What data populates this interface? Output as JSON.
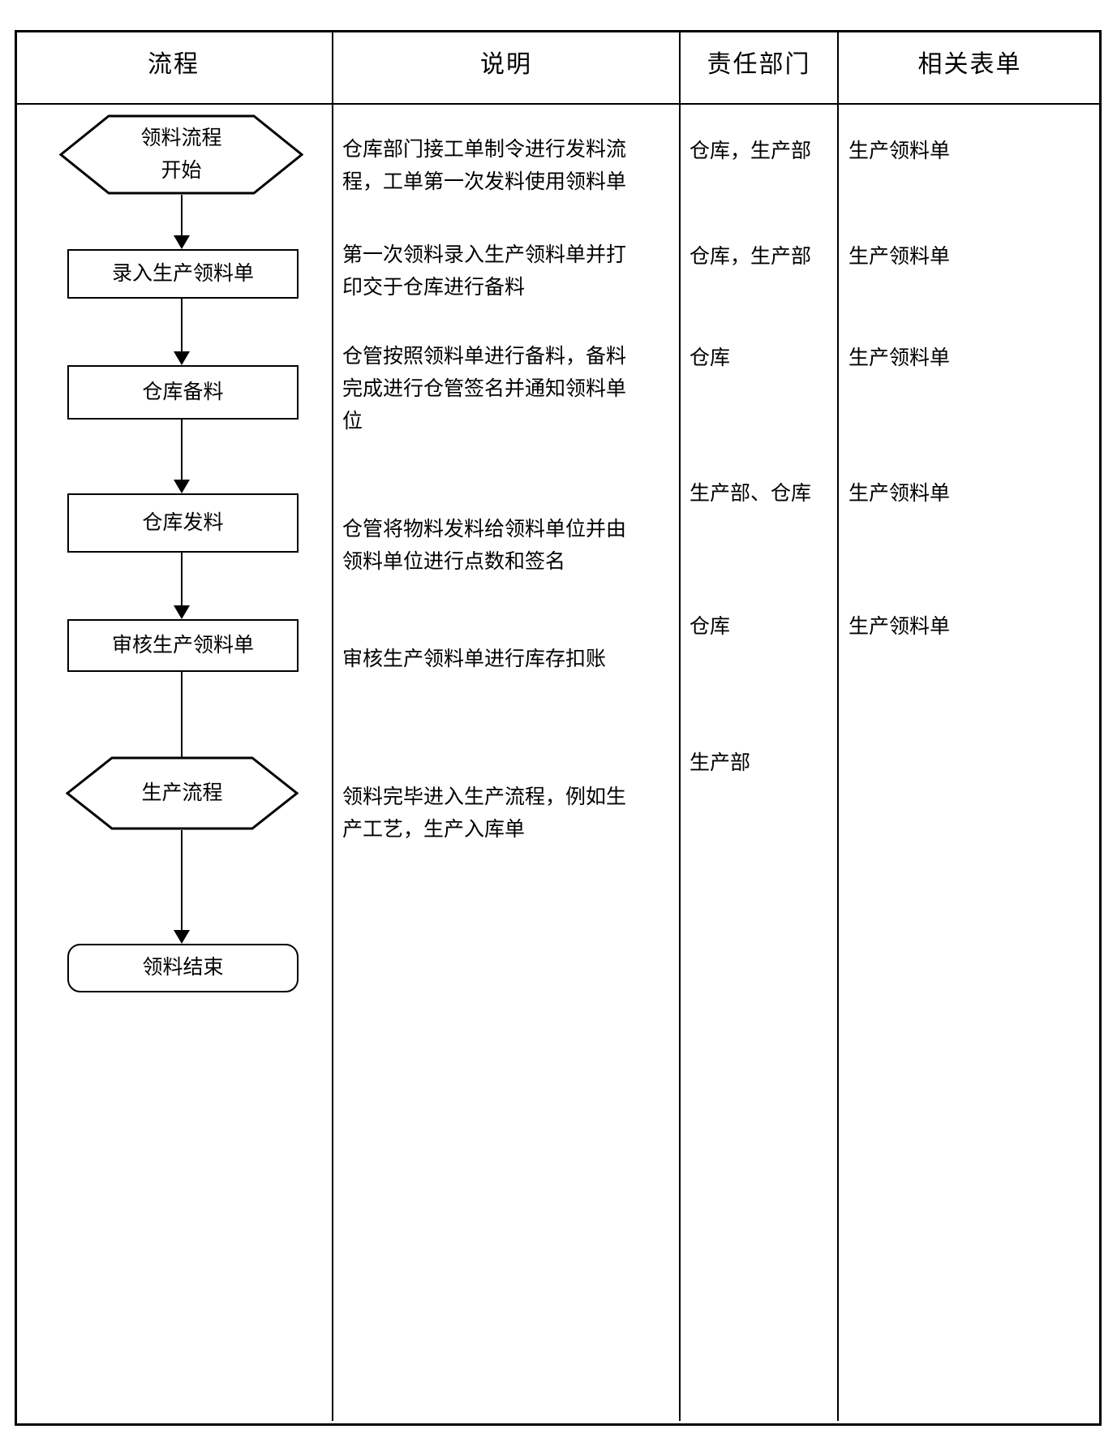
{
  "columns": {
    "process": "流程",
    "description": "说明",
    "department": "责任部门",
    "forms": "相关表单"
  },
  "flow": {
    "start": "领料流程\n开始",
    "enter_order": "录入生产领料单",
    "prepare": "仓库备料",
    "issue": "仓库发料",
    "audit": "审核生产领料单",
    "production": "生产流程",
    "end": "领料结束"
  },
  "rows": [
    {
      "description": "仓库部门接工单制令进行发料流\n程，工单第一次发料使用领料单",
      "department": "仓库，生产部",
      "form": "生产领料单"
    },
    {
      "description": "第一次领料录入生产领料单并打\n印交于仓库进行备料",
      "department": "仓库，生产部",
      "form": "生产领料单"
    },
    {
      "description": "仓管按照领料单进行备料，备料\n完成进行仓管签名并通知领料单\n位",
      "department": "仓库",
      "form": "生产领料单"
    },
    {
      "description": "仓管将物料发料给领料单位并由\n领料单位进行点数和签名",
      "department": "生产部、仓库",
      "form": "生产领料单"
    },
    {
      "description": "审核生产领料单进行库存扣账",
      "department": "仓库",
      "form": "生产领料单"
    },
    {
      "description": "领料完毕进入生产流程，例如生\n产工艺，生产入库单",
      "department": "生产部",
      "form": ""
    }
  ],
  "colors": {
    "line": "#000000",
    "background": "#ffffff"
  }
}
